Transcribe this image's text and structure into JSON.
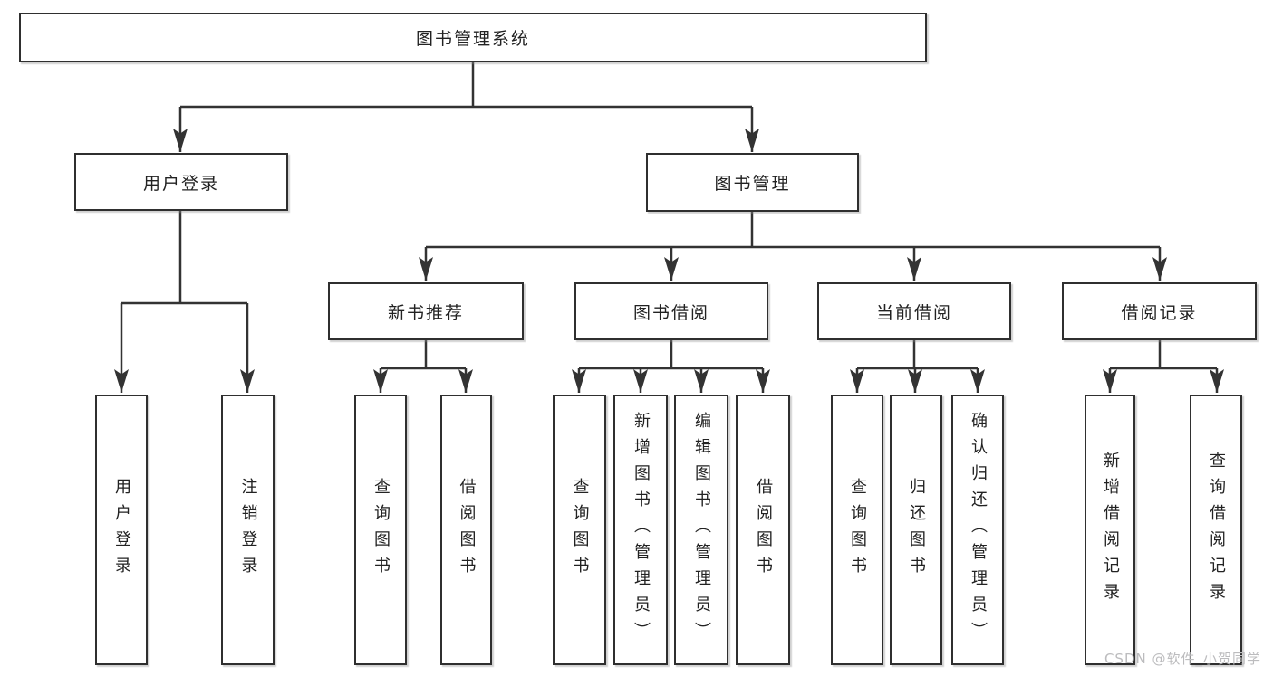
{
  "diagram": {
    "root": {
      "label": "图书管理系统"
    },
    "level2": {
      "user_login": {
        "label": "用户登录"
      },
      "book_management": {
        "label": "图书管理"
      }
    },
    "level3": {
      "new_book_recommend": {
        "label": "新书推荐"
      },
      "book_borrowing": {
        "label": "图书借阅"
      },
      "current_borrowing": {
        "label": "当前借阅"
      },
      "borrowing_records": {
        "label": "借阅记录"
      }
    },
    "leaves": {
      "user_login": [
        "用户登录",
        "注销登录"
      ],
      "new_book_recommend": [
        "查询图书",
        "借阅图书"
      ],
      "book_borrowing": [
        "查询图书",
        "新增图书（管理员）",
        "编辑图书（管理员）",
        "借阅图书"
      ],
      "current_borrowing": [
        "查询图书",
        "归还图书",
        "确认归还（管理员）"
      ],
      "borrowing_records": [
        "新增借阅记录",
        "查询借阅记录"
      ]
    }
  },
  "watermark": "CSDN @软件_小贺同学",
  "colors": {
    "line": "#333333",
    "box_border": "#2f2f2f",
    "text": "#222222",
    "watermark": "#bcbcbe",
    "background": "#ffffff"
  }
}
